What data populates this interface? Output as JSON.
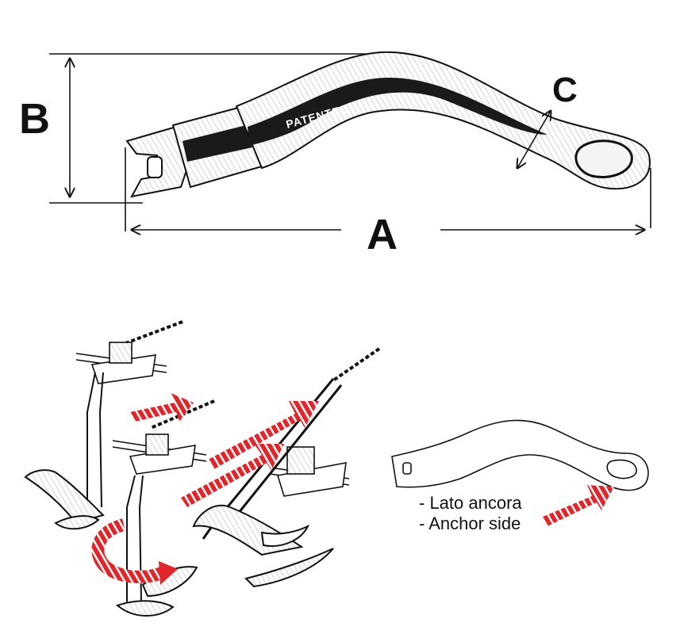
{
  "dimensions": {
    "a_label": "A",
    "b_label": "B",
    "c_label": "C"
  },
  "swivel": {
    "stamp_text": "PATENTED"
  },
  "caption": {
    "line1": "- Lato ancora",
    "line2": "- Anchor side"
  },
  "colors": {
    "ink": "#111111",
    "arrow_red": "#e0262b",
    "metal_dark": "#1a1a1a",
    "metal_light": "#d9d9d9"
  }
}
